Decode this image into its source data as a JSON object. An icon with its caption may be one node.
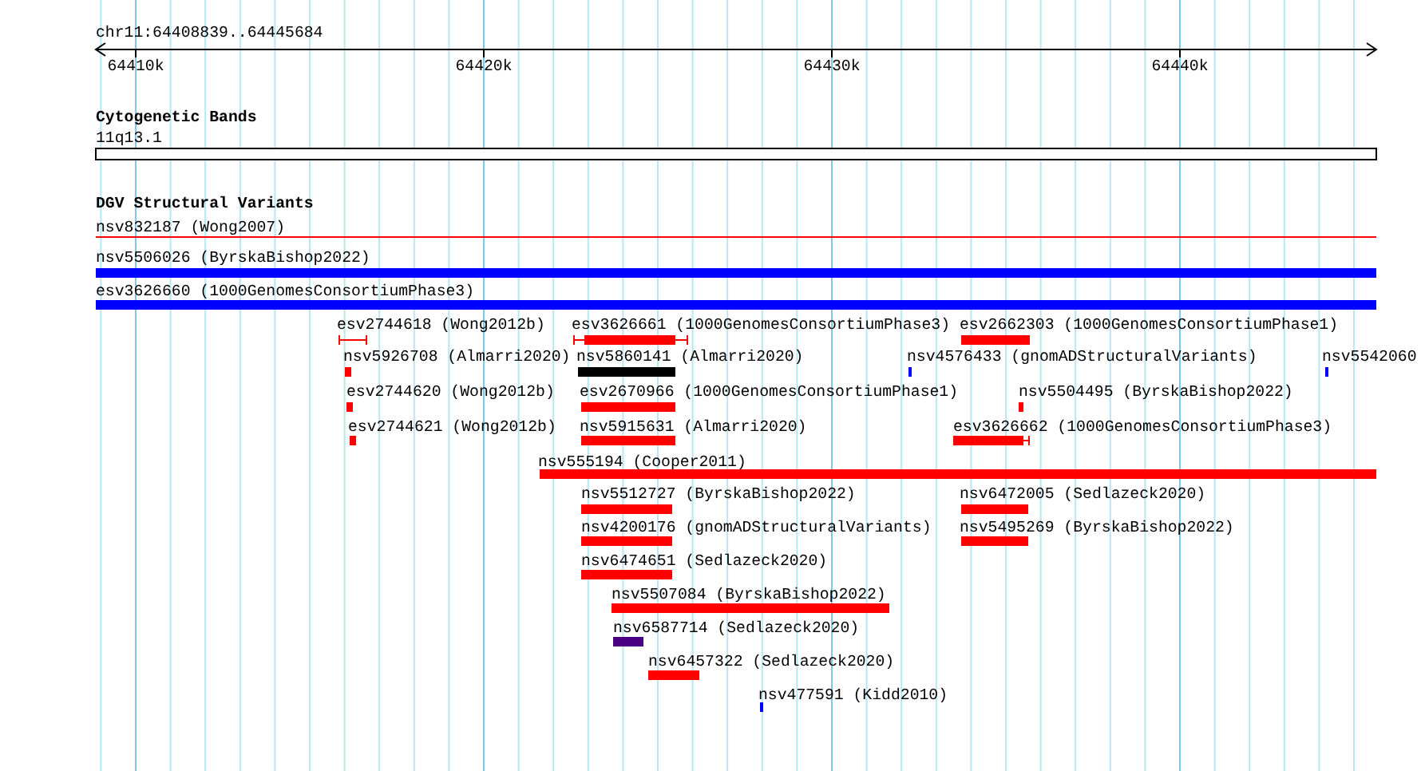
{
  "diagram": {
    "nodes": [
      {
        "text": [
          "nsv832187 (Wong2007)"
        ]
      },
      {
        "text": [
          "nsv5506026 (ByrskaBishop2022)"
        ]
      },
      {
        "text": [
          "esv3626660 (1000GenomesConsortiumPhase3)"
        ]
      },
      {
        "text": [
          "esv2744618 (Wong2012b)"
        ]
      },
      {
        "text": [
          "esv3626661 (1000GenomesConsortiumPhase3)"
        ]
      },
      {
        "text": [
          "esv2662303 (1000GenomesConsortiumPhase1)"
        ]
      },
      {
        "text": [
          "nsv5926708 (Almarri2020)"
        ]
      },
      {
        "text": [
          "nsv5860141 (Almarri2020)"
        ]
      },
      {
        "text": [
          "nsv4576433 (gnomADStructuralVariants)"
        ]
      },
      {
        "text": [
          "nsv5542060"
        ]
      },
      {
        "text": [
          "esv2744620 (Wong2012b)"
        ]
      },
      {
        "text": [
          "esv2670966 (1000GenomesConsortiumPhase1)"
        ]
      },
      {
        "text": [
          "nsv5504495 (ByrskaBishop2022)"
        ]
      },
      {
        "text": [
          "esv2744621 (Wong2012b)"
        ]
      },
      {
        "text": [
          "nsv5915631 (Almarri2020)"
        ]
      },
      {
        "text": [
          "esv3626662 (1000GenomesConsortiumPhase3)"
        ]
      },
      {
        "text": [
          "nsv555194 (Cooper2011)"
        ]
      },
      {
        "text": [
          "nsv5512727 (ByrskaBishop2022)"
        ]
      },
      {
        "text": [
          "nsv6472005 (Sedlazeck2020)"
        ]
      },
      {
        "text": [
          "nsv4200176 (gnomADStructuralVariants)"
        ]
      },
      {
        "text": [
          "nsv5495269 (ByrskaBishop2022)"
        ]
      },
      {
        "text": [
          "nsv6474651 (Sedlazeck2020)"
        ]
      },
      {
        "text": [
          "nsv5507084 (ByrskaBishop2022)"
        ]
      },
      {
        "text": [
          "nsv6587714 (Sedlazeck2020)"
        ]
      },
      {
        "text": [
          "nsv6457322 (Sedlazeck2020)"
        ]
      },
      {
        "text": [
          "nsv477591 (Kidd2010)"
        ]
      }
    ],
    "labels": [
      "chr11:64408839..64445684",
      "64410k",
      "64420k",
      "64430k",
      "64440k",
      "Cytogenetic Bands",
      "11q13.1",
      "DGV Structural Variants"
    ]
  }
}
